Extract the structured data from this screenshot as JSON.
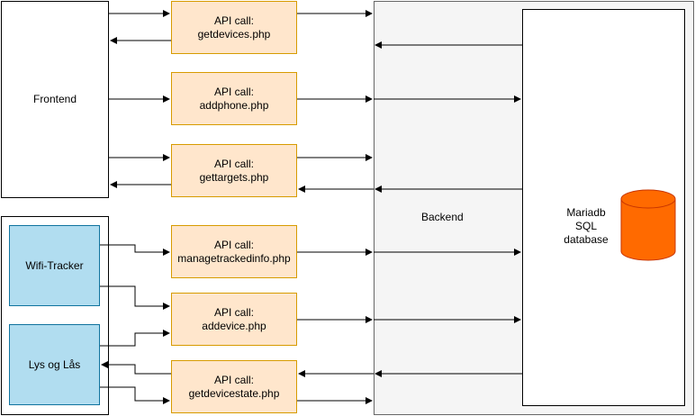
{
  "frontend_label": "Frontend",
  "backend_label": "Backend",
  "database_label": "Mariadb\nSQL\ndatabase",
  "devices": [
    {
      "label": "Wifi-Tracker"
    },
    {
      "label": "Lys og Lås"
    }
  ],
  "api_calls": [
    {
      "line1": "API call:",
      "line2": "getdevices.php"
    },
    {
      "line1": "API call:",
      "line2": "addphone.php"
    },
    {
      "line1": "API call:",
      "line2": "gettargets.php"
    },
    {
      "line1": "API call:",
      "line2": "managetrackedinfo.php"
    },
    {
      "line1": "API call:",
      "line2": "addevice.php"
    },
    {
      "line1": "API call:",
      "line2": "getdevicestate.php"
    }
  ],
  "colors": {
    "api_fill": "#ffe6cc",
    "api_stroke": "#d79b00",
    "device_fill": "#b1ddf0",
    "device_stroke": "#10739e",
    "backend_fill": "#f5f5f5",
    "database_icon": "#ff6a00"
  }
}
